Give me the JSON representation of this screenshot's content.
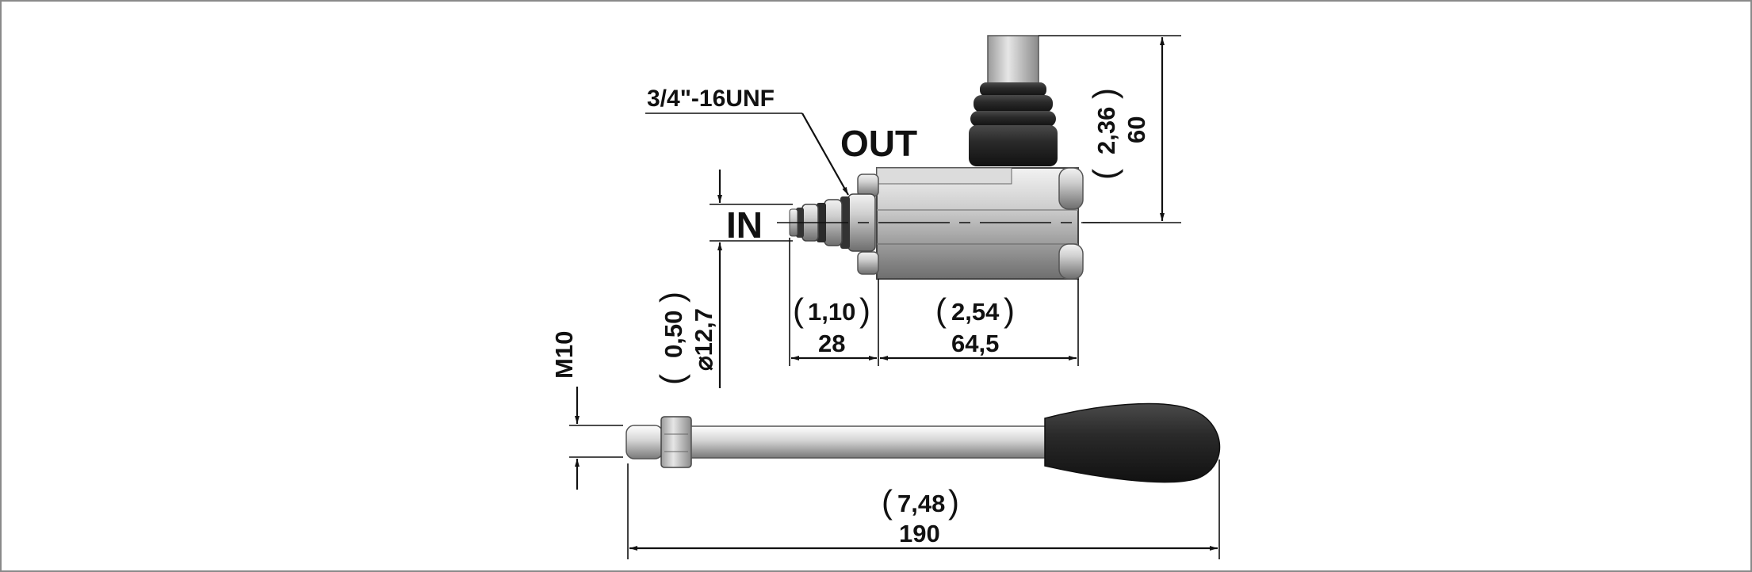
{
  "labels": {
    "thread": "3/4\"-16UNF",
    "out": "OUT",
    "in": "IN",
    "m10": "M10",
    "height_in": "2,36",
    "height_mm": "60",
    "port_in": "0,50",
    "port_mm": "⌀12,7",
    "stem_in": "1,10",
    "stem_mm": "28",
    "body_in": "2,54",
    "body_mm": "64,5",
    "lever_in": "7,48",
    "lever_mm": "190"
  },
  "colors": {
    "line": "#111111",
    "border": "#8a8a8a",
    "metal": "#c8c8c8",
    "rubber": "#2b2b2b"
  }
}
